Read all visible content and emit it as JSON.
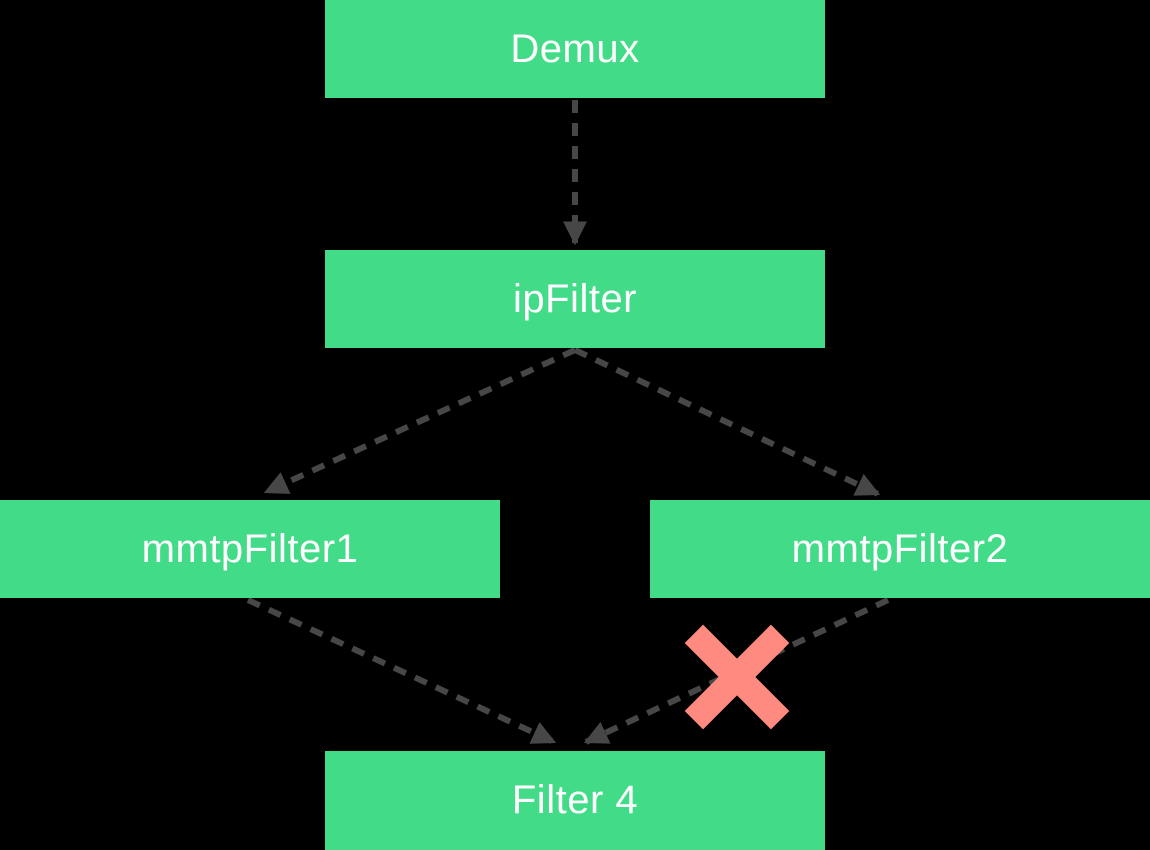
{
  "diagram": {
    "nodes": [
      {
        "id": "demux",
        "label": "Demux"
      },
      {
        "id": "ipFilter",
        "label": "ipFilter"
      },
      {
        "id": "mmtpFilter1",
        "label": "mmtpFilter1"
      },
      {
        "id": "mmtpFilter2",
        "label": "mmtpFilter2"
      },
      {
        "id": "filter4",
        "label": "Filter 4"
      }
    ],
    "edges": [
      {
        "from": "Demux",
        "to": "ipFilter",
        "style": "dashed",
        "blocked": false
      },
      {
        "from": "ipFilter",
        "to": "mmtpFilter1",
        "style": "dashed",
        "blocked": false
      },
      {
        "from": "ipFilter",
        "to": "mmtpFilter2",
        "style": "dashed",
        "blocked": false
      },
      {
        "from": "mmtpFilter1",
        "to": "Filter 4",
        "style": "dashed",
        "blocked": false
      },
      {
        "from": "mmtpFilter2",
        "to": "Filter 4",
        "style": "dashed",
        "blocked": true
      }
    ],
    "colors": {
      "node-fill": "#42db87",
      "node-text": "#ffffff",
      "edge": "#474747",
      "blocked": "#ff8a80",
      "background": "#000000"
    }
  }
}
